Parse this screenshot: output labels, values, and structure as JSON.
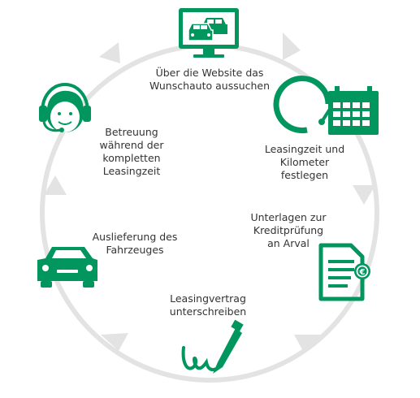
{
  "colors": {
    "accent": "#00965e",
    "ring": "#e3e3e3",
    "text": "#333333"
  },
  "steps": [
    {
      "icon": "website-cars-icon",
      "lines": [
        "Über die Website das",
        "Wunschauto aussuchen"
      ]
    },
    {
      "icon": "speedometer-calendar-icon",
      "lines": [
        "Leasingzeit und",
        "Kilometer",
        "festlegen"
      ]
    },
    {
      "icon": "document-euro-icon",
      "lines": [
        "Unterlagen zur",
        "Kreditprüfung",
        "an Arval"
      ]
    },
    {
      "icon": "pen-signature-icon",
      "lines": [
        "Leasingvertrag",
        "unterschreiben"
      ]
    },
    {
      "icon": "car-icon",
      "lines": [
        "Auslieferung des",
        "Fahrzeuges"
      ]
    },
    {
      "icon": "headset-support-icon",
      "lines": [
        "Betreuung",
        "während der",
        "kompletten",
        "Leasingzeit"
      ]
    }
  ]
}
